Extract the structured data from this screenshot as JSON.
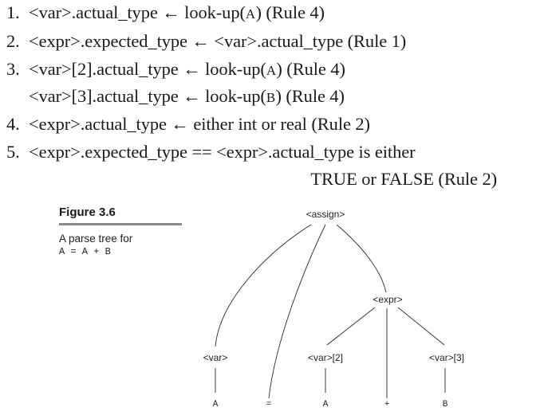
{
  "steps": [
    {
      "num": "1.",
      "pre": "<var>.actual_type ← look-up(",
      "sc": "A",
      "post": ") (Rule 4)"
    },
    {
      "num": "2.",
      "pre": "<expr>.expected_type ← <var>.actual_type (Rule 1)",
      "sc": "",
      "post": ""
    },
    {
      "num": "3.",
      "pre": "<var>[2].actual_type ← look-up(",
      "sc": "A",
      "post": ") (Rule 4)"
    },
    {
      "num": "",
      "pre": "<var>[3].actual_type ← look-up(",
      "sc": "B",
      "post": ") (Rule 4)"
    },
    {
      "num": "4.",
      "pre": "<expr>.actual_type ← either int or real (Rule 2)",
      "sc": "",
      "post": ""
    },
    {
      "num": "5.",
      "pre": "<expr>.expected_type == <expr>.actual_type is either",
      "sc": "",
      "post": ""
    },
    {
      "num": "",
      "pre": "TRUE or FALSE (Rule 2)",
      "sc": "",
      "post": ""
    }
  ],
  "figure": {
    "title": "Figure 3.6",
    "caption": "A parse tree for",
    "code": "A = A + B"
  },
  "tree": {
    "nodes": {
      "assign": "<assign>",
      "expr": "<expr>",
      "var1": "<var>",
      "var2": "<var>[2]",
      "var3": "<var>[3]",
      "leafA1": "A",
      "leafEq": "=",
      "leafA2": "A",
      "leafPlus": "+",
      "leafB": "B"
    }
  }
}
